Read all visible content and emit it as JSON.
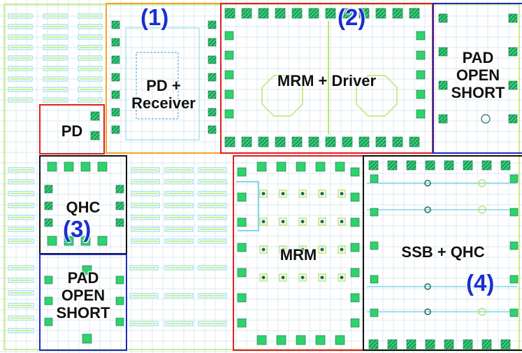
{
  "colors": {
    "background": "#ffffff",
    "grid": "#cfe3ea",
    "metal_green": "#2ed36a",
    "pad_hatch": "#1d6a5a",
    "trace": "#b9e86a",
    "cyan_trace": "#7fd8e6",
    "label_text": "#111111",
    "number_text": "#1a2fd0",
    "region_red": "#e02020",
    "region_orange": "#f5a623",
    "region_blue": "#1e2bbd",
    "region_black": "#111111"
  },
  "regions": [
    {
      "id": "pd-receiver",
      "border": "#f5a623",
      "number": "(1)",
      "label_lines": [
        "PD +",
        "Receiver"
      ]
    },
    {
      "id": "mrm-driver",
      "border": "#e02020",
      "number": "(2)",
      "label_lines": [
        "MRM + Driver"
      ]
    },
    {
      "id": "pad-open-short-top",
      "border": "#1e2bbd",
      "number": "",
      "label_lines": [
        "PAD",
        "OPEN",
        "SHORT"
      ]
    },
    {
      "id": "pd",
      "border": "#e02020",
      "number": "",
      "label_lines": [
        "PD"
      ]
    },
    {
      "id": "qhc",
      "border": "#111111",
      "number": "(3)",
      "label_lines": [
        "QHC"
      ]
    },
    {
      "id": "pad-open-short-bottom",
      "border": "#1e2bbd",
      "number": "",
      "label_lines": [
        "PAD",
        "OPEN",
        "SHORT"
      ]
    },
    {
      "id": "mrm",
      "border": "#e02020",
      "number": "",
      "label_lines": [
        "MRM"
      ]
    },
    {
      "id": "ssb-qhc",
      "border": "#111111",
      "number": "(4)",
      "label_lines": [
        "SSB + QHC"
      ]
    }
  ]
}
